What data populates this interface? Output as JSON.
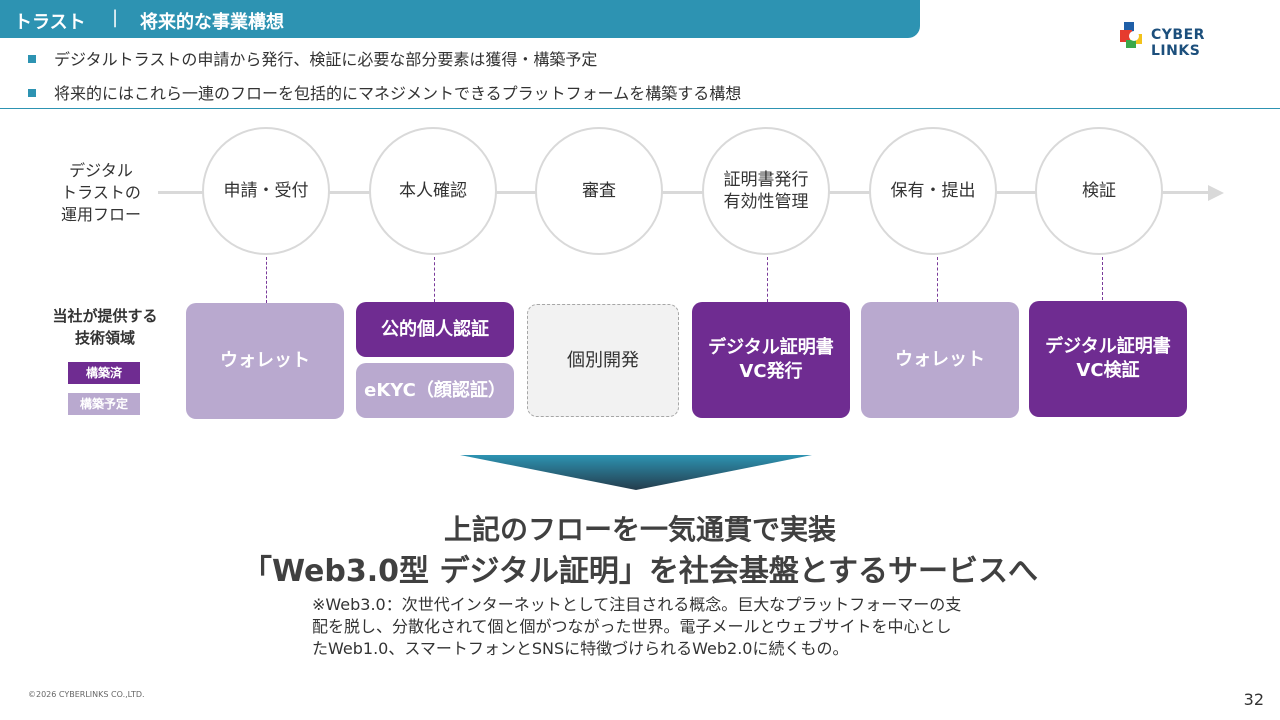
{
  "header": {
    "title": "トラスト",
    "separator": "|",
    "subtitle": "将来的な事業構想"
  },
  "logo": {
    "text": "CYBER LINKS"
  },
  "bullets": [
    "デジタルトラストの申請から発行、検証に必要な部分要素は獲得・構築予定",
    "将来的にはこれら一連のフローを包括的にマネジメントできるプラットフォームを構築する構想"
  ],
  "flow": {
    "label": "デジタル\nトラストの\n運用フロー",
    "steps": [
      "申請・受付",
      "本人確認",
      "審査",
      "証明書発行\n有効性管理",
      "保有・提出",
      "検証"
    ]
  },
  "tech": {
    "label": "当社が提供する\n技術領域",
    "legend_built": "構築済",
    "legend_planned": "構築予定"
  },
  "boxes": {
    "wallet1": "ウォレット",
    "public_id": "公的個人認証",
    "ekyc": "eKYC（顔認証）",
    "custom": "個別開発",
    "vc_issue": "デジタル証明書\nVC発行",
    "wallet2": "ウォレット",
    "vc_verify": "デジタル証明書\nVC検証"
  },
  "main": {
    "line1": "上記のフローを一気通貫で実装",
    "line2": "「Web3.0型 デジタル証明」を社会基盤とするサービスへ"
  },
  "note": {
    "line1": "※Web3.0：次世代インターネットとして注目される概念。巨大なプラットフォーマーの支",
    "line2": "配を脱し、分散化されて個と個がつながった世界。電子メールとウェブサイトを中心とし",
    "line3": "たWeb1.0、スマートフォンとSNSに特徴づけられるWeb2.0に続くもの。"
  },
  "footer": {
    "copyright": "©2026 CYBERLINKS CO.,LTD.",
    "page": "32"
  },
  "colors": {
    "accent": "#2d93b2",
    "built": "#6f2c91",
    "planned": "#b9a9cf",
    "arrow": "#2a5f77"
  }
}
